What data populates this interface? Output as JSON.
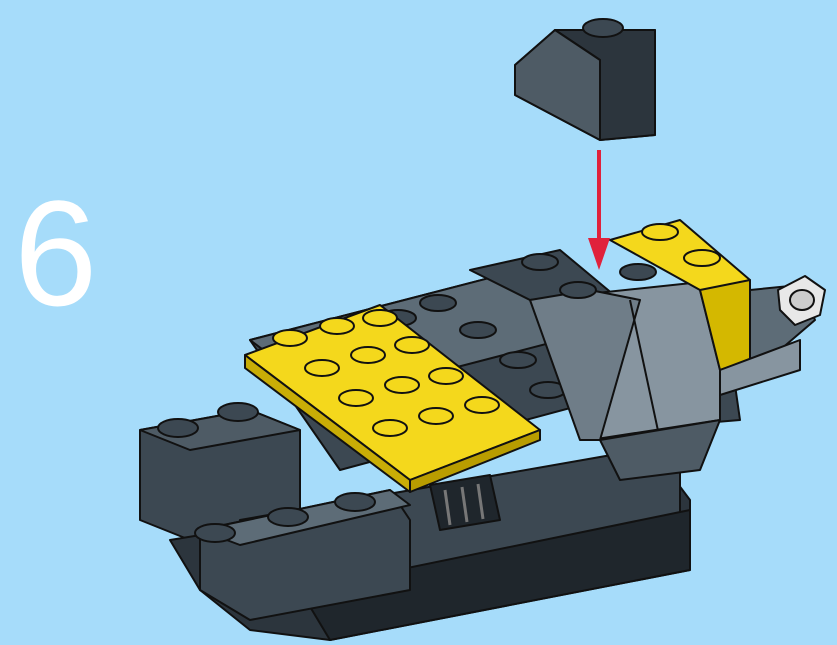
{
  "step": {
    "number": "6"
  },
  "colors": {
    "background": "#a6dcfa",
    "step_number": "#ffffff",
    "dark_gray": "#3c4852",
    "mid_gray": "#5d6c77",
    "light_gray": "#8795a0",
    "outline": "#111111",
    "yellow": "#f4d81c",
    "arrow": "#e0213b"
  },
  "illustration": {
    "subject": "lego-build-instruction",
    "new_part": "dark-gray-slope-brick",
    "arrow_direction": "down"
  }
}
